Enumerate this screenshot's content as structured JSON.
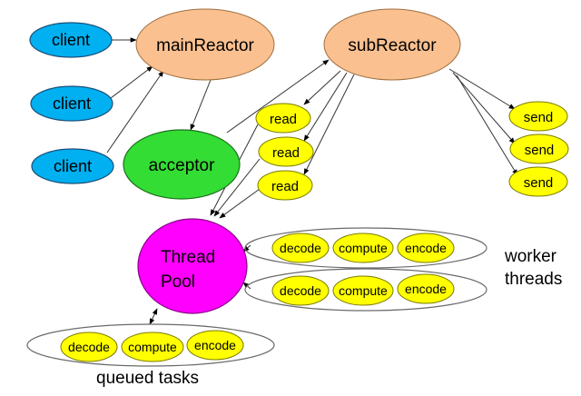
{
  "nodes": {
    "client_1": "client",
    "client_2": "client",
    "client_3": "client",
    "main_reactor": "mainReactor",
    "sub_reactor": "subReactor",
    "acceptor": "acceptor",
    "read_1": "read",
    "read_2": "read",
    "read_3": "read",
    "send_1": "send",
    "send_2": "send",
    "send_3": "send",
    "thread_pool_line1": "Thread",
    "thread_pool_line2": "Pool"
  },
  "worker_rows": [
    {
      "decode": "decode",
      "compute": "compute",
      "encode": "encode"
    },
    {
      "decode": "decode",
      "compute": "compute",
      "encode": "encode"
    }
  ],
  "queued_row": {
    "decode": "decode",
    "compute": "compute",
    "encode": "encode"
  },
  "labels": {
    "worker_line1": "worker",
    "worker_line2": "threads",
    "queued_tasks": "queued tasks"
  },
  "colors": {
    "client": "#00b0f0",
    "reactor": "#fac090",
    "acceptor": "#33dd33",
    "task": "#ffff00",
    "thread_pool": "#ff00ff"
  }
}
